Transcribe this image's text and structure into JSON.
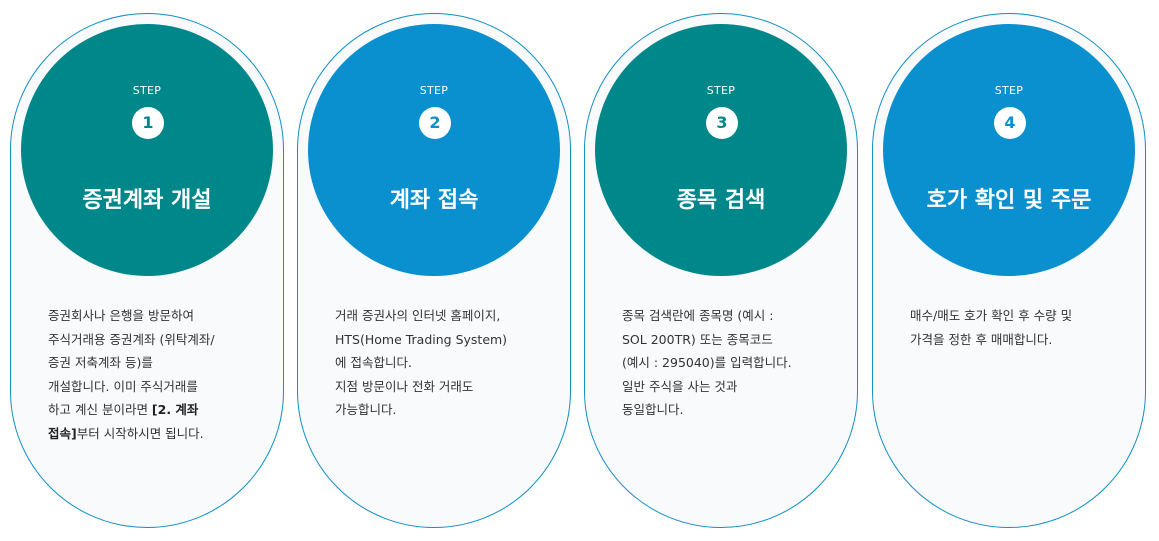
{
  "colors": {
    "teal": "#00878a",
    "blue": "#0a8fcf",
    "border": "#1190c6",
    "card_bg": "#f8fafc",
    "text": "#333333"
  },
  "steps": [
    {
      "label": "STEP",
      "number": "1",
      "title": "증권계좌 개설",
      "lines": [
        "증권회사나 은행을 방문하여",
        "주식거래용 증권계좌 (위탁계좌/",
        "증권 저축계좌 등)를",
        "개설합니다. 이미 주식거래를"
      ],
      "line5_pre": "하고 계신 분이라면 ",
      "line5_bold": "[2. 계좌",
      "line6_bold": "접속]",
      "line6_post": "부터 시작하시면 됩니다."
    },
    {
      "label": "STEP",
      "number": "2",
      "title": "계좌 접속",
      "lines": [
        "거래 증권사의 인터넷 홈페이지,",
        "HTS(Home Trading System)",
        "에 접속합니다.",
        "지점 방문이나 전화 거래도",
        "가능합니다."
      ]
    },
    {
      "label": "STEP",
      "number": "3",
      "title": "종목 검색",
      "lines": [
        "종목 검색란에 종목명 (예시 :",
        "SOL 200TR) 또는 종목코드",
        "(예시 : 295040)를 입력합니다.",
        "일반 주식을 사는 것과",
        "동일합니다."
      ]
    },
    {
      "label": "STEP",
      "number": "4",
      "title": "호가 확인 및 주문",
      "lines": [
        "매수/매도 호가 확인 후 수량 및",
        "가격을 정한 후 매매합니다."
      ]
    }
  ]
}
